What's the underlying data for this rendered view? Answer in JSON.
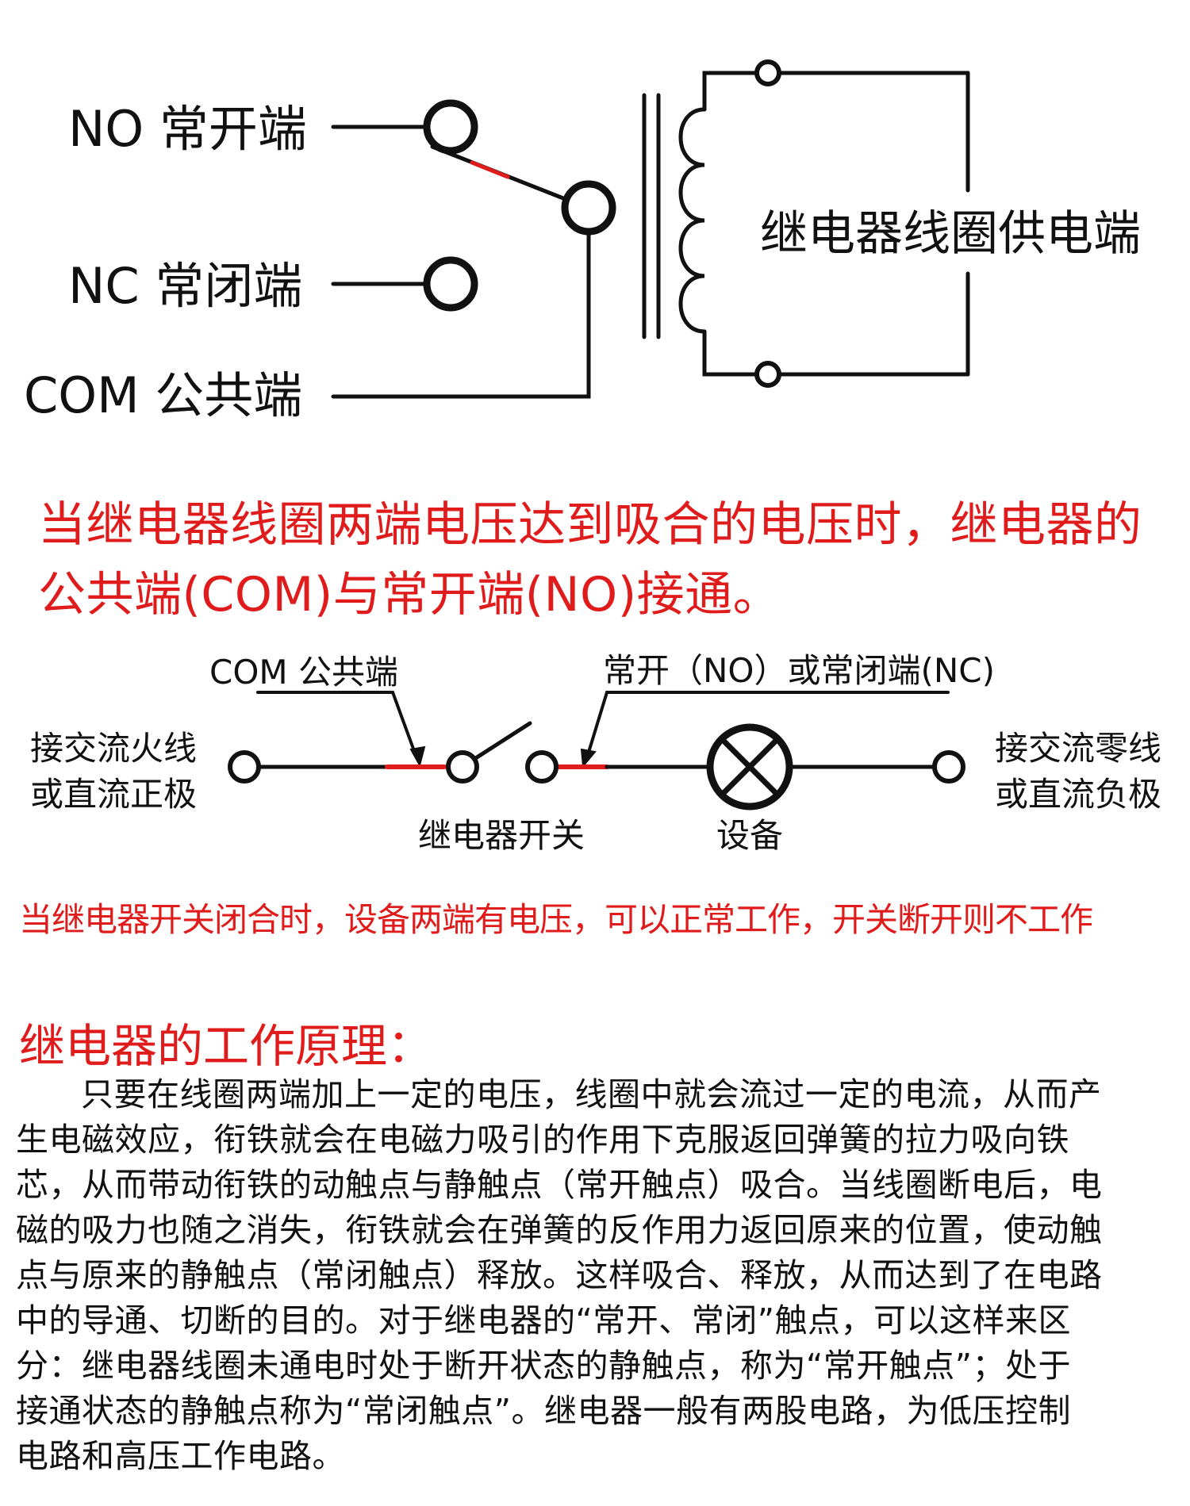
{
  "relay_diagram": {
    "no_label": "NO 常开端",
    "nc_label": "NC 常闭端",
    "com_label": "COM 公共端",
    "coil_label": "继电器线圈供电端"
  },
  "caption_main": "当继电器线圈两端电压达到吸合的电压时，继电器的公共端(COM)与常开端(NO)接通。",
  "circuit_diagram": {
    "com_label": "COM 公共端",
    "no_nc_label": "常开（NO）或常闭端(NC)",
    "left_label_line1": "接交流火线",
    "left_label_line2": "或直流正极",
    "right_label_line1": "接交流零线",
    "right_label_line2": "或直流负极",
    "switch_label": "继电器开关",
    "device_label": "设备"
  },
  "caption_secondary": "当继电器开关闭合时，设备两端有电压，可以正常工作，开关断开则不工作",
  "section_title": "继电器的工作原理：",
  "body_paragraph": "只要在线圈两端加上一定的电压，线圈中就会流过一定的电流，从而产生电磁效应，衔铁就会在电磁力吸引的作用下克服返回弹簧的拉力吸向铁芯，从而带动衔铁的动触点与静触点（常开触点）吸合。当线圈断电后，电磁的吸力也随之消失，衔铁就会在弹簧的反作用力返回原来的位置，使动触点与原来的静触点（常闭触点）释放。这样吸合、释放，从而达到了在电路中的导通、切断的目的。对于继电器的“常开、常闭”触点，可以这样来区分：继电器线圈未通电时处于断开状态的静触点，称为“常开触点”；处于接通状态的静触点称为“常闭触点”。继电器一般有两股电路，为低压控制电路和高压工作电路。",
  "colors": {
    "accent_red": "#e01b1b",
    "line_black": "#111111"
  }
}
